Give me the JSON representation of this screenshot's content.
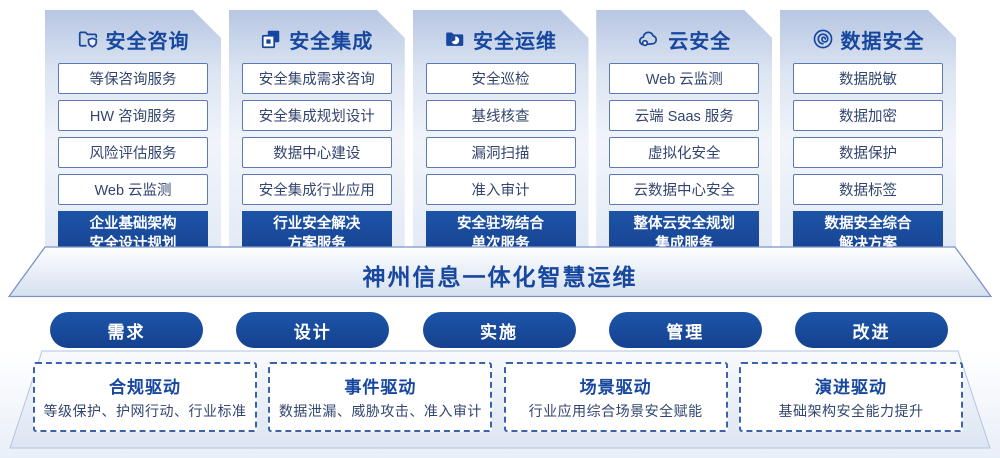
{
  "colors": {
    "primary": "#17479E",
    "highlight_bg": "#1A4B9D",
    "item_border": "#5B79B4",
    "item_text": "#33456F",
    "dashed_border": "#3B62AC",
    "card_top": "#B7C6E2",
    "platform_fill": "#DDE6F2"
  },
  "columns": [
    {
      "icon": "folder-shield-icon",
      "title": "安全咨询",
      "items": [
        "等保咨询服务",
        "HW 咨询服务",
        "风险评估服务",
        "Web 云监测"
      ],
      "highlight": [
        "企业基础架构",
        "安全设计规划"
      ]
    },
    {
      "icon": "copy-icon",
      "title": "安全集成",
      "items": [
        "安全集成需求咨询",
        "安全集成规划设计",
        "数据中心建设",
        "安全集成行业应用"
      ],
      "highlight": [
        "行业安全解决",
        "方案服务"
      ]
    },
    {
      "icon": "folder-pie-icon",
      "title": "安全运维",
      "items": [
        "安全巡检",
        "基线核查",
        "漏洞扫描",
        "准入审计"
      ],
      "highlight": [
        "安全驻场结合",
        "单次服务"
      ]
    },
    {
      "icon": "cloud-icon",
      "title": "云安全",
      "items": [
        "Web 云监测",
        "云端 Saas 服务",
        "虚拟化安全",
        "云数据中心安全"
      ],
      "highlight": [
        "整体云安全规划",
        "集成服务"
      ]
    },
    {
      "icon": "spiral-icon",
      "title": "数据安全",
      "items": [
        "数据脱敏",
        "数据加密",
        "数据保护",
        "数据标签"
      ],
      "highlight": [
        "数据安全综合",
        "解决方案"
      ]
    }
  ],
  "banner": {
    "title": "神州信息一体化智慧运维"
  },
  "phases": [
    {
      "label": "需求"
    },
    {
      "label": "设计"
    },
    {
      "label": "实施"
    },
    {
      "label": "管理"
    },
    {
      "label": "改进"
    }
  ],
  "drivers": [
    {
      "title": "合规驱动",
      "desc": "等级保护、护网行动、行业标准"
    },
    {
      "title": "事件驱动",
      "desc": "数据泄漏、威胁攻击、准入审计"
    },
    {
      "title": "场景驱动",
      "desc": "行业应用综合场景安全赋能"
    },
    {
      "title": "演进驱动",
      "desc": "基础架构安全能力提升"
    }
  ]
}
